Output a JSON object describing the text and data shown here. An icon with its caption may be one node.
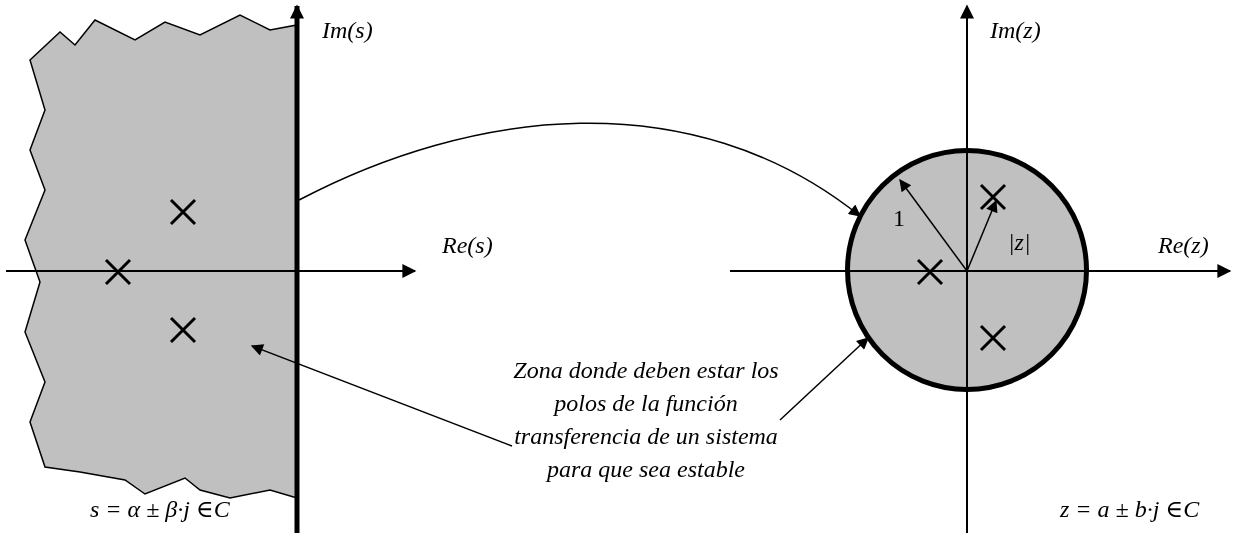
{
  "diagram": {
    "nodes": [
      {
        "text": [],
        "shape": "box"
      },
      {
        "text": [],
        "shape": "circle"
      },
      {
        "text": [
          "Zona donde deben estar los polos de la función transferencia de un sistema para que sea estable"
        ]
      }
    ],
    "edges": [
      {
        "from": 0,
        "to": 1,
        "arrow": "to"
      },
      {
        "from": 2,
        "to": 0,
        "arrow": "to"
      },
      {
        "from": 2,
        "to": 1,
        "arrow": "to"
      }
    ],
    "labels": [
      "Im(s)",
      "Im(z)",
      "Re(s)",
      "1",
      "|z|",
      "Re(z)",
      "s = α ± β·j ∈C",
      "z = a ± b·j ∈C"
    ]
  }
}
